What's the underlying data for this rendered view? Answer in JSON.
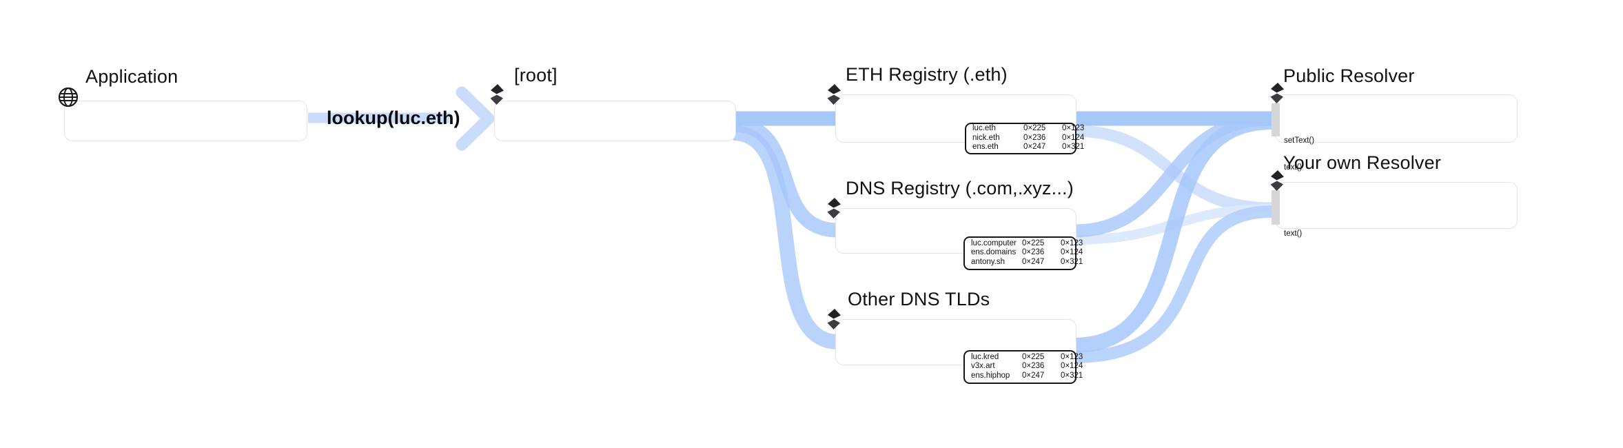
{
  "diagram": {
    "edge_label": "lookup(luc.eth)",
    "nodes": {
      "application": {
        "title": "Application"
      },
      "root": {
        "title": "[root]"
      },
      "eth_registry": {
        "title": "ETH Registry (.eth)",
        "table_rows": [
          [
            "luc.eth",
            "0×225",
            "0×123"
          ],
          [
            "nick.eth",
            "0×236",
            "0×124"
          ],
          [
            "ens.eth",
            "0×247",
            "0×321"
          ]
        ]
      },
      "dns_registry": {
        "title": "DNS Registry (.com,.xyz...)",
        "table_rows": [
          [
            "luc.computer",
            "0×225",
            "0×123"
          ],
          [
            "ens.domains",
            "0×236",
            "0×124"
          ],
          [
            "antony.sh",
            "0×247",
            "0×321"
          ]
        ]
      },
      "other_tlds": {
        "title": "Other DNS TLDs",
        "table_rows": [
          [
            "luc.kred",
            "0×225",
            "0×123"
          ],
          [
            "v3x.art",
            "0×236",
            "0×124"
          ],
          [
            "ens.hiphop",
            "0×247",
            "0×321"
          ]
        ]
      },
      "public_resolver": {
        "title": "Public Resolver",
        "methods": [
          "setText()",
          "text()"
        ]
      },
      "your_own_resolver": {
        "title": "Your own Resolver",
        "methods": [
          "text()"
        ]
      }
    },
    "edges": [
      {
        "id": "app-root",
        "from": "application",
        "to": "root",
        "label": "lookup(luc.eth)"
      },
      {
        "id": "root-eth",
        "from": "root",
        "to": "eth_registry"
      },
      {
        "id": "root-dns",
        "from": "root",
        "to": "dns_registry"
      },
      {
        "id": "root-other",
        "from": "root",
        "to": "other_tlds"
      },
      {
        "id": "eth-own",
        "from": "eth_registry",
        "to": "your_own_resolver"
      },
      {
        "id": "dns-own",
        "from": "dns_registry",
        "to": "your_own_resolver"
      },
      {
        "id": "other-own",
        "from": "other_tlds",
        "to": "your_own_resolver"
      },
      {
        "id": "dns-public",
        "from": "dns_registry",
        "to": "public_resolver"
      },
      {
        "id": "other-public",
        "from": "other_tlds",
        "to": "public_resolver"
      },
      {
        "id": "eth-public",
        "from": "eth_registry",
        "to": "public_resolver"
      }
    ],
    "colors": {
      "flow_strong": "#a6c7fa",
      "flow_medium": "#b4cffb",
      "flow_light": "#c9dcfc",
      "flow_faint": "#dde9fd",
      "port_bar": "#d6d6d6",
      "node_border": "#e4e4e7",
      "table_border": "#151515",
      "title_text": "#111111"
    }
  }
}
